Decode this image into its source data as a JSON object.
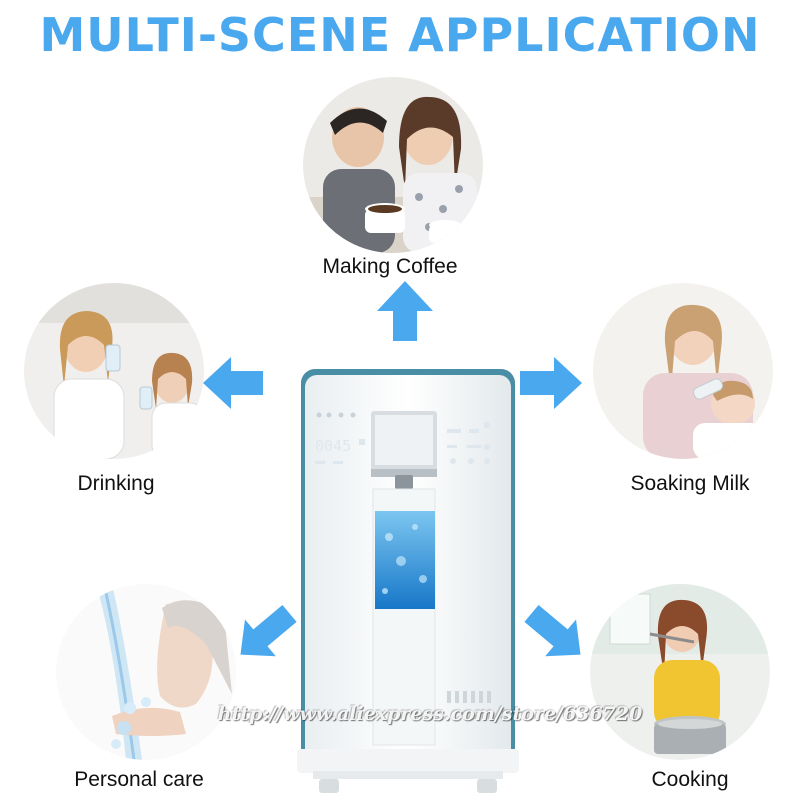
{
  "header": {
    "title": "MULTI-SCENE APPLICATION"
  },
  "scenes": {
    "coffee": {
      "caption": "Making Coffee"
    },
    "drinking": {
      "caption": "Drinking"
    },
    "milk": {
      "caption": "Soaking Milk"
    },
    "personal": {
      "caption": "Personal care"
    },
    "cooking": {
      "caption": "Cooking"
    }
  },
  "device": {
    "display_reading": "0045"
  },
  "watermark": {
    "text": "http://www.aliexpress.com/store/636720"
  },
  "colors": {
    "title": "#4aa8ef",
    "arrow": "#4aa8ef",
    "device_trim": "#4a8ea6",
    "water": "#1e8fd6"
  }
}
